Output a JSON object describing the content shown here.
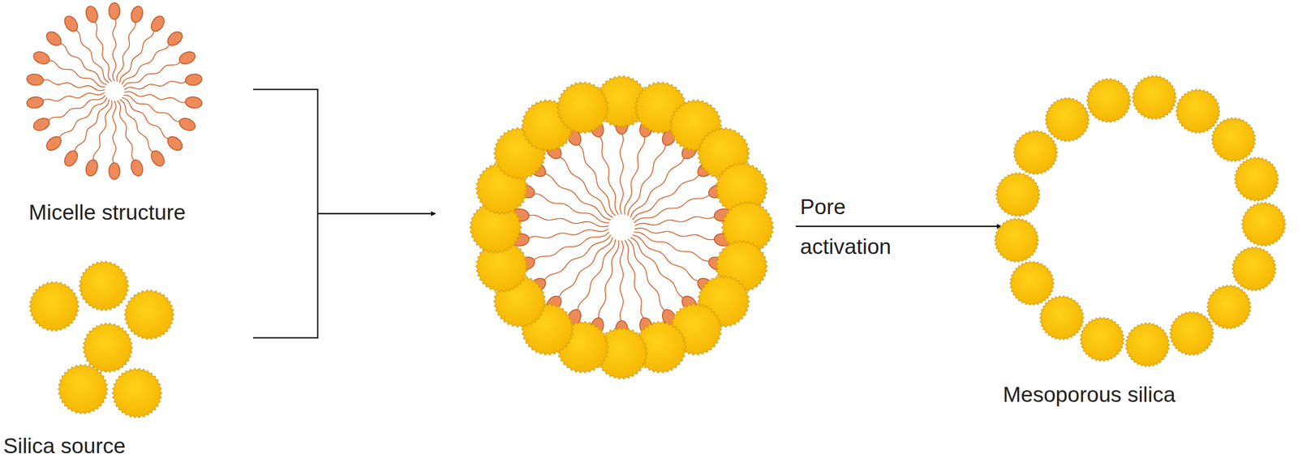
{
  "diagram": {
    "labels": [
      "Micelle structure",
      "Silica source",
      "Pore activation",
      "Mesoporous silica"
    ]
  }
}
